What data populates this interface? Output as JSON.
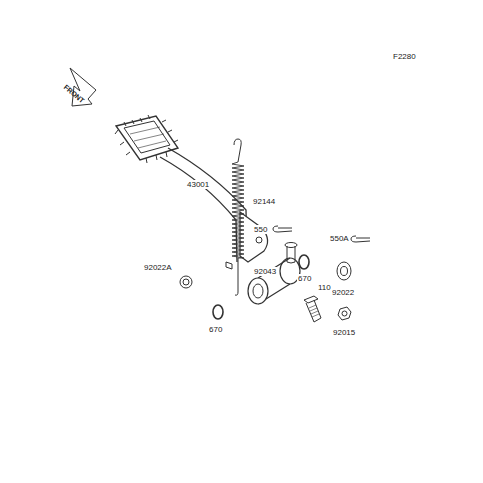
{
  "diagram": {
    "labels": [
      "FRONT",
      "F2280",
      "43001",
      "92144",
      "550",
      "550A",
      "92043",
      "92022",
      "92022A",
      "670",
      "670",
      "110",
      "92015"
    ]
  }
}
